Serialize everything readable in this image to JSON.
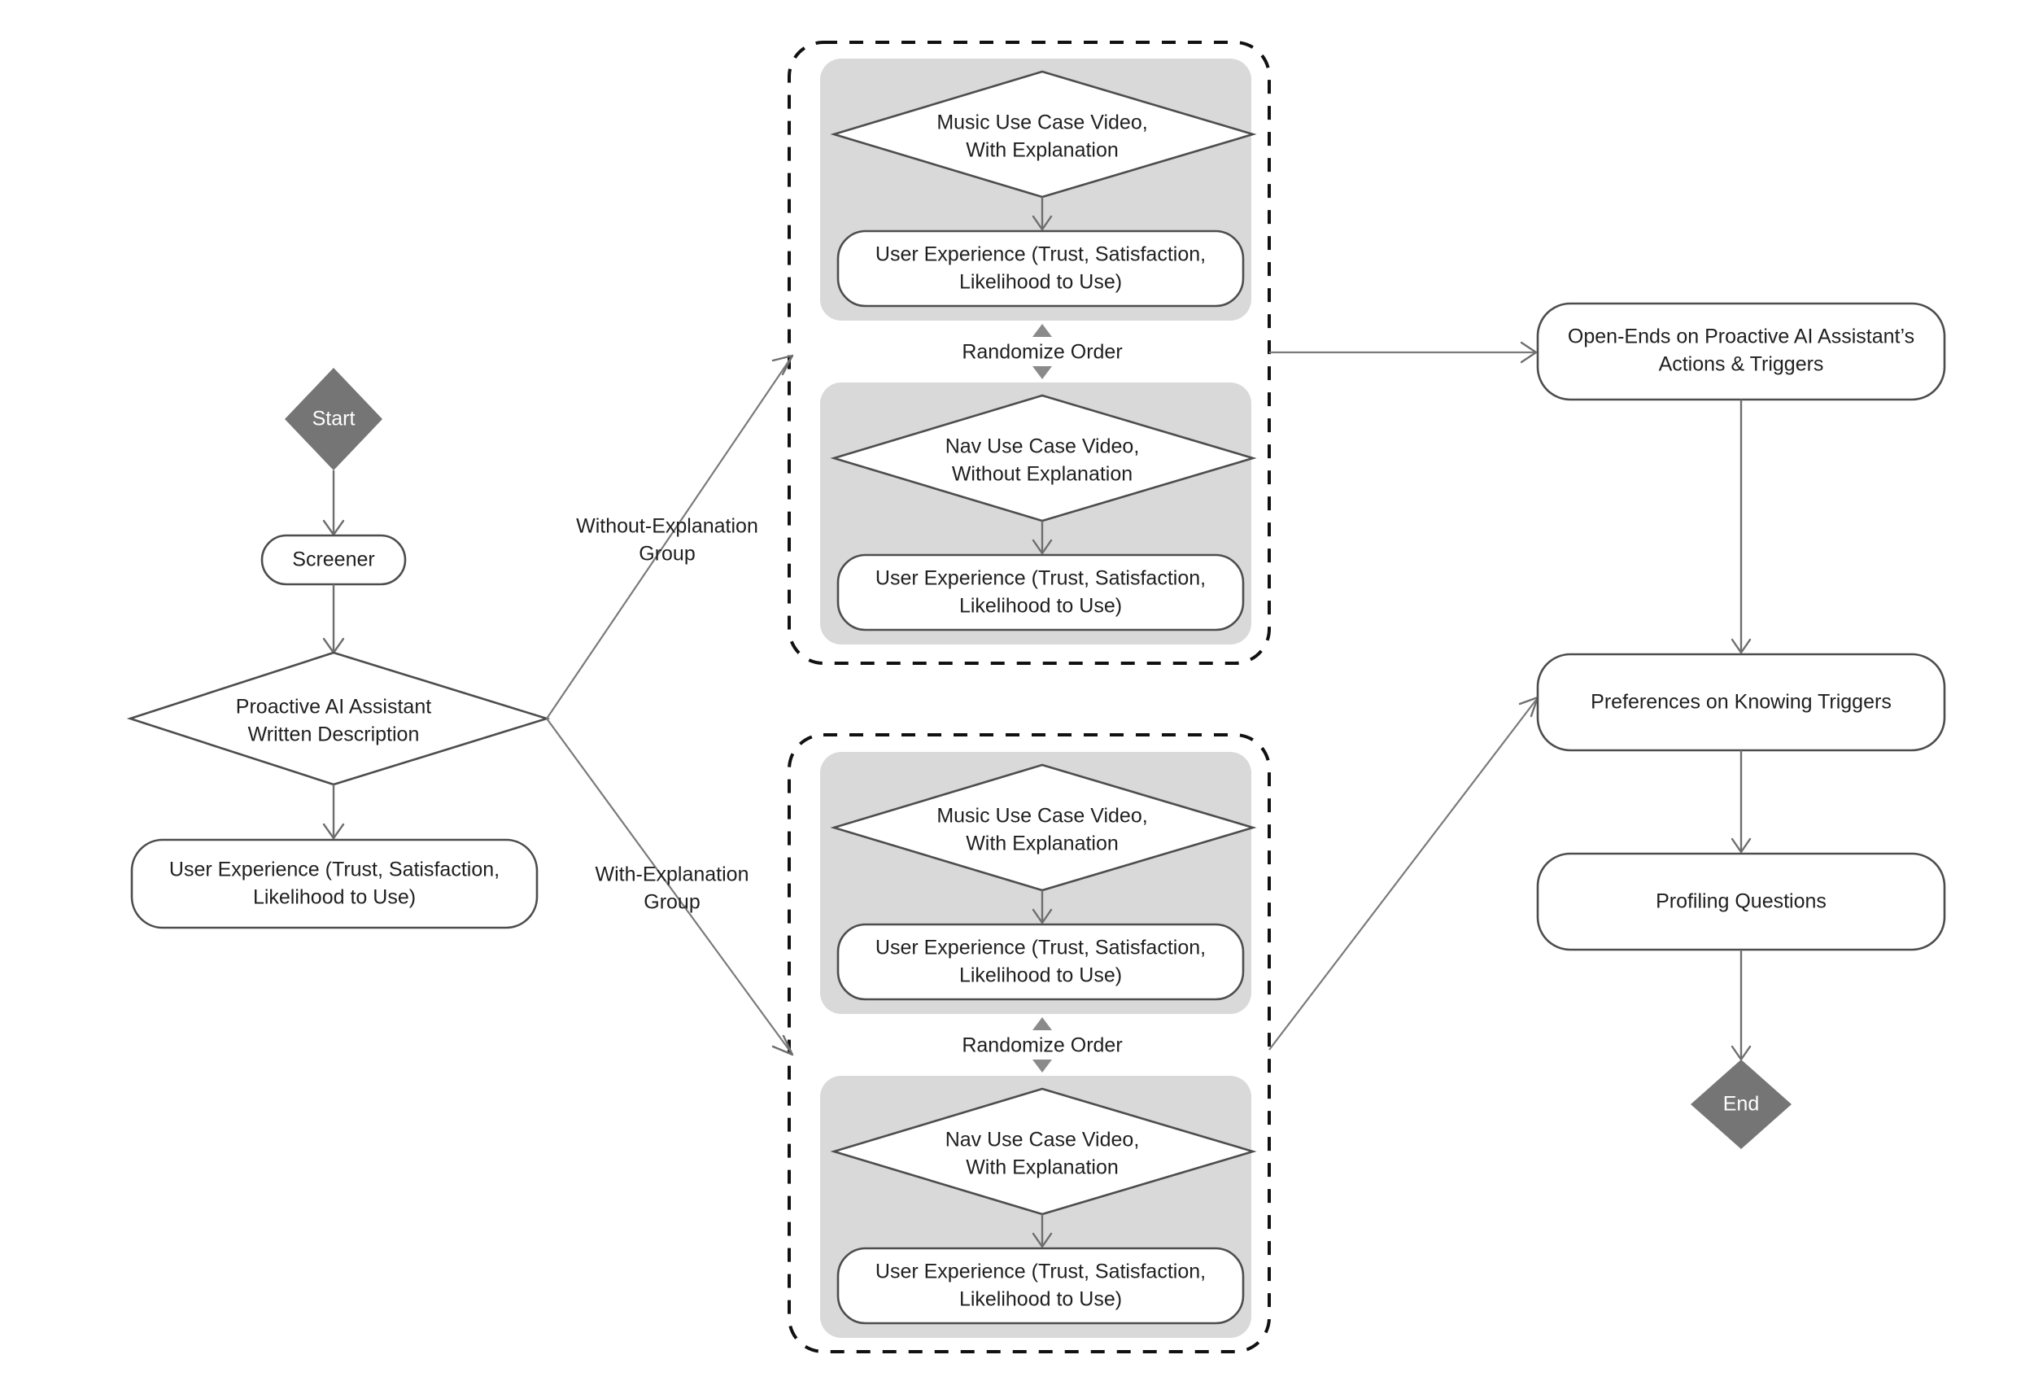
{
  "diagram": {
    "title_text": "",
    "colors": {
      "terminator_fill": "#757575",
      "terminator_text": "#ffffff",
      "node_stroke": "#4d4d4d",
      "node_fill": "#ffffff",
      "group_panel_fill": "#d9d9d9",
      "dashed_border": "#111111",
      "edge_stroke": "#6e6e6e",
      "label_text": "#1f1f1f",
      "background": "#ffffff"
    },
    "nodes": {
      "start": {
        "label": "Start",
        "shape": "diamond-terminator"
      },
      "screener": {
        "label": "Screener",
        "shape": "rounded-rect"
      },
      "written_description": {
        "line1": "Proactive AI Assistant",
        "line2": "Written Description",
        "shape": "diamond"
      },
      "ux_baseline": {
        "line1": "User Experience (Trust, Satisfaction,",
        "line2": "Likelihood to Use)",
        "shape": "rounded-rect"
      },
      "open_ends": {
        "line1": "Open-Ends on Proactive AI Assistant’s",
        "line2": "Actions & Triggers",
        "shape": "rounded-rect"
      },
      "preferences": {
        "label": "Preferences on Knowing Triggers",
        "shape": "rounded-rect"
      },
      "profiling": {
        "label": "Profiling Questions",
        "shape": "rounded-rect"
      },
      "end": {
        "label": "End",
        "shape": "diamond-terminator"
      }
    },
    "branch_labels": {
      "without_explanation": {
        "line1": "Without-Explanation",
        "line2": "Group"
      },
      "with_explanation": {
        "line1": "With-Explanation",
        "line2": "Group"
      }
    },
    "groups": [
      {
        "id": "without-explanation-group",
        "randomize_label": "Randomize Order",
        "panels": [
          {
            "id": "music-with-explanation",
            "video": {
              "line1": "Music Use Case Video,",
              "line2": "With Explanation"
            },
            "ux": {
              "line1": "User Experience (Trust, Satisfaction,",
              "line2": "Likelihood to Use)"
            }
          },
          {
            "id": "nav-without-explanation",
            "video": {
              "line1": "Nav Use Case Video,",
              "line2": "Without Explanation"
            },
            "ux": {
              "line1": "User Experience (Trust, Satisfaction,",
              "line2": "Likelihood to Use)"
            }
          }
        ]
      },
      {
        "id": "with-explanation-group",
        "randomize_label": "Randomize Order",
        "panels": [
          {
            "id": "music-with-explanation-2",
            "video": {
              "line1": "Music Use Case Video,",
              "line2": "With Explanation"
            },
            "ux": {
              "line1": "User Experience (Trust, Satisfaction,",
              "line2": "Likelihood to Use)"
            }
          },
          {
            "id": "nav-with-explanation",
            "video": {
              "line1": "Nav Use Case Video,",
              "line2": "With Explanation"
            },
            "ux": {
              "line1": "User Experience (Trust, Satisfaction,",
              "line2": "Likelihood to Use)"
            }
          }
        ]
      }
    ]
  }
}
